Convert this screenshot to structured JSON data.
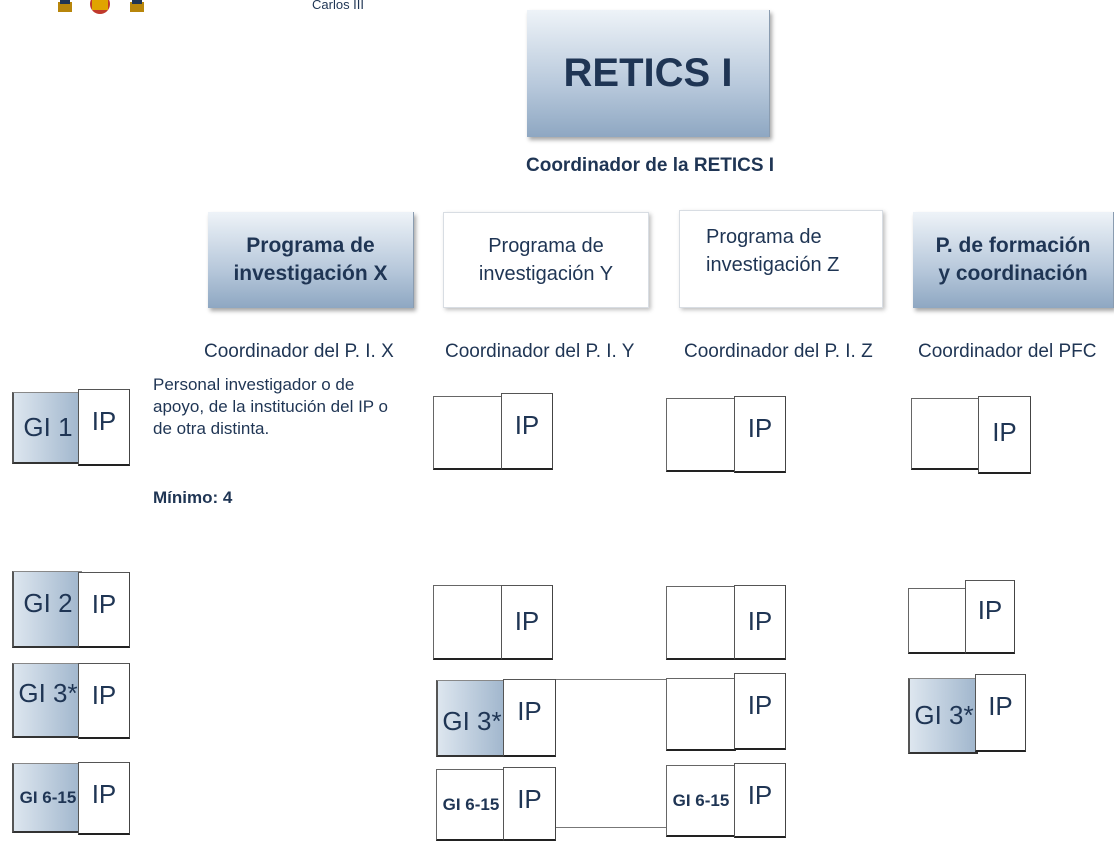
{
  "header": {
    "logo_text": "Carlos III",
    "title": "RETICS I",
    "subtitle": "Coordinador de la RETICS I"
  },
  "programs": [
    {
      "label": "Programa de investigación X",
      "coordinator": "Coordinador del P. I. X"
    },
    {
      "label": "Programa de investigación Y",
      "coordinator": "Coordinador del P. I. Y"
    },
    {
      "label": "Programa de investigación Z",
      "coordinator": "Coordinador del P. I. Z"
    },
    {
      "label": "P. de formación y coordinación",
      "coordinator": "Coordinador del PFC"
    }
  ],
  "note": {
    "text": "Personal investigador o de apoyo, de la institución del IP o de otra distinta.",
    "minimum": "Mínimo: 4"
  },
  "labels": {
    "ip": "IP",
    "gi1": "GI 1",
    "gi2": "GI 2",
    "gi3": "GI 3*",
    "gi615": "GI 6-15"
  },
  "colors": {
    "text": "#1f3554",
    "box_gradient_light": "#eef3f8",
    "box_gradient_dark": "#8ea7c2"
  }
}
